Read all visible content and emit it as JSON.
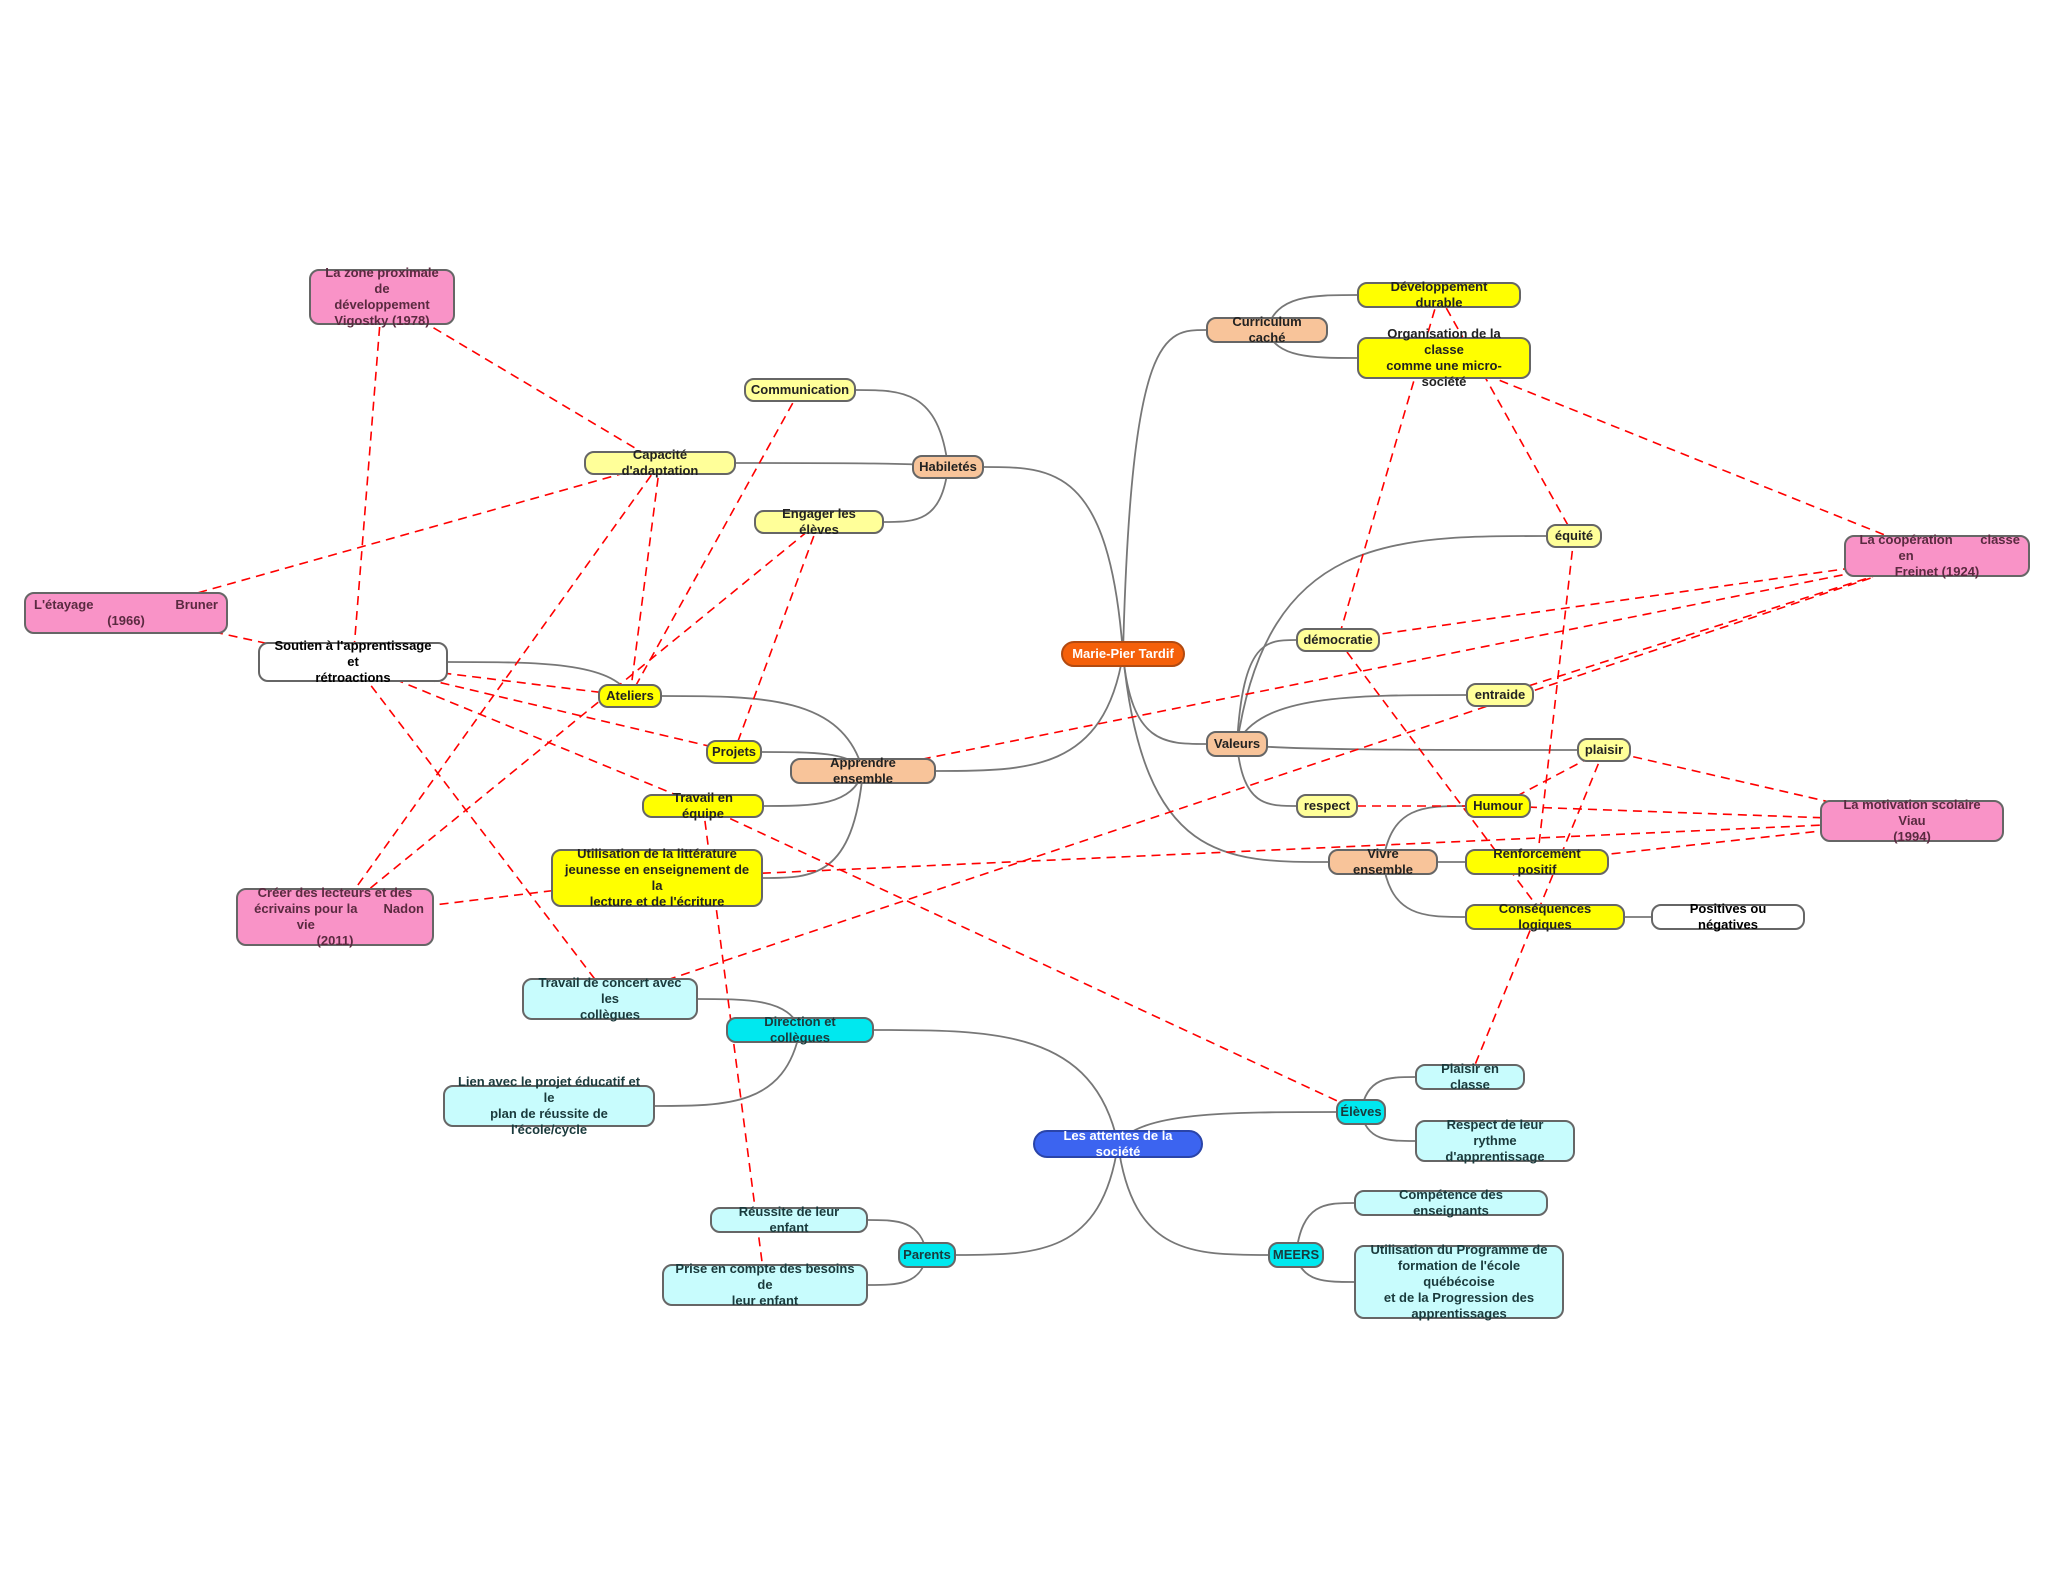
{
  "colors": {
    "central_marie": "#f5600a",
    "central_attentes": "#3c64f0",
    "branch_peach": "#f8c49a",
    "leaf_yellow": "#ffff00",
    "leaf_light_yellow": "#ffff99",
    "reference_pink": "#f993c7",
    "society_cyan": "#00e8ef",
    "society_light_cyan": "#c8fcfd",
    "tree_line": "#777777",
    "relation_line": "#ff0000"
  },
  "nodes": {
    "marie_pier_tardif": "Marie-Pier Tardif",
    "habiletes": "Habiletés",
    "communication": "Communication",
    "capacite_adaptation": "Capacité d'adaptation",
    "engager_eleves": "Engager les élèves",
    "curriculum_cache": "Curriculum caché",
    "developpement_durable": "Développement durable",
    "organisation_classe": "Organisation de la classe\ncomme une micro-société",
    "valeurs": "Valeurs",
    "equite": "équité",
    "democratie": "démocratie",
    "entraide": "entraide",
    "plaisir": "plaisir",
    "respect": "respect",
    "apprendre_ensemble": "Apprendre ensemble",
    "ateliers": "Ateliers",
    "projets": "Projets",
    "travail_equipe": "Travail en équipe",
    "utilisation_litterature": "Utilisation de la littérature\njeunesse en enseignement de la\nlecture et de l'écriture",
    "vivre_ensemble": "Vivre ensemble",
    "humour": "Humour",
    "renforcement_positif": "Renforcement positif",
    "consequences_logiques": "Conséquences logiques",
    "positives_negatives": "Positives ou négatives",
    "soutien_apprentissage": "Soutien à l'apprentissage et\nrétroactions",
    "zone_proximale": "La zone proximale de\ndéveloppement\nVigostky (1978)",
    "etayage_left": "L'étayage",
    "etayage_right": "Bruner",
    "etayage_year": "(1966)",
    "createurs_lecteurs_l1": "Créer des lecteurs et des",
    "createurs_lecteurs_l2a": "écrivains pour la vie",
    "createurs_lecteurs_l2b": "Nadon",
    "createurs_lecteurs_l3": "(2011)",
    "cooperation_left": "La coopération en",
    "cooperation_right": "classe",
    "cooperation_l2": "Freinet (1924)",
    "motivation_scolaire": "La motivation scolaire Viau\n(1994)",
    "attentes_societe": "Les attentes de la société",
    "direction_collegues": "Direction et collègues",
    "travail_concert": "Travail de concert avec les\ncollègues",
    "lien_projet_educatif": "Lien avec le projet éducatif et le\nplan de réussite de l'école/cycle",
    "parents": "Parents",
    "reussite_enfant": "Réussite de leur enfant",
    "prise_compte_besoins": "Prise en compte des besoins de\nleur enfant",
    "eleves": "Élèves",
    "plaisir_classe": "Plaisir en classe",
    "respect_rythme": "Respect de leur rythme\nd'apprentissage",
    "meers": "MEERS",
    "competence_enseignants": "Compétence des enseignants",
    "utilisation_programme": "Utilisation du Programme de\nformation de l'école québécoise\net de la Progression des\napprentissages"
  }
}
